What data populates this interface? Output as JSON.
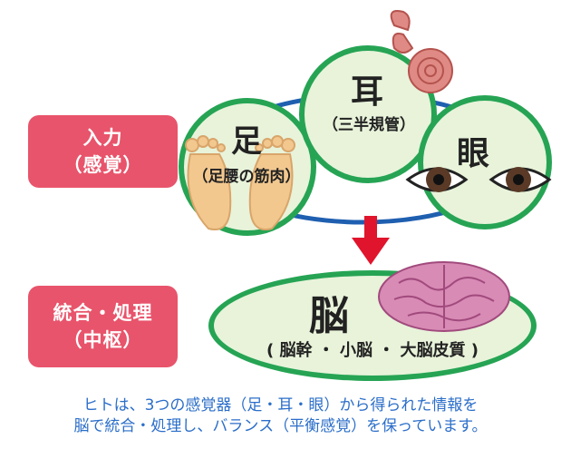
{
  "inputs_label": {
    "line1": "入力",
    "line2": "（感覚）"
  },
  "process_label": {
    "line1": "統合・処理",
    "line2": "（中枢）"
  },
  "ear": {
    "title": "耳",
    "subtitle": "（三半規管）",
    "icon": "inner-ear-icon"
  },
  "foot": {
    "title": "足",
    "subtitle": "（足腰の筋肉）",
    "icon": "feet-icon"
  },
  "eye": {
    "title": "眼",
    "icon": "eyes-icon"
  },
  "brain": {
    "title": "脳",
    "subtitle": "( 脳幹 ・ 小脳 ・ 大脳皮質 )",
    "icon": "brain-icon"
  },
  "caption": {
    "line1": "ヒトは、3つの感覚器（足・耳・眼）から得られた情報を",
    "line2": "脳で統合・処理し、バランス（平衡感覚）を保っています。"
  },
  "colors": {
    "accent": "#e8546b",
    "ring": "#26a454",
    "fill": "#e8f3da",
    "link": "#1f5fb0",
    "arrow": "#e0142c",
    "caption": "#2b6ec9"
  }
}
